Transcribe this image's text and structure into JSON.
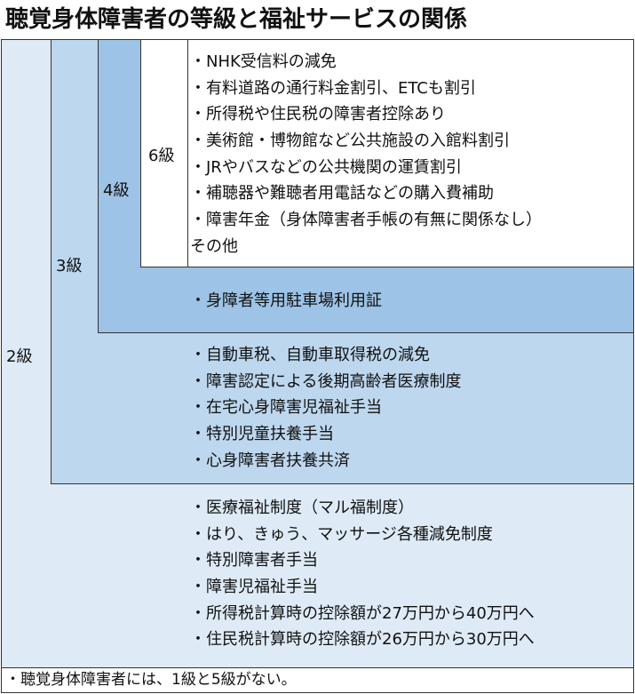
{
  "title": "聴覚身体障害者の等級と福祉サービスの関係",
  "levels": {
    "g2": "2級",
    "g3": "3級",
    "g4": "4級",
    "g6": "6級"
  },
  "lists": {
    "g6": [
      "・NHK受信料の減免",
      "・有料道路の通行料金割引、ETCも割引",
      "・所得税や住民税の障害者控除あり",
      "・美術館・博物館など公共施設の入館料割引",
      "・JRやバスなどの公共機関の運賃割引",
      "・補聴器や難聴者用電話などの購入費補助",
      "・障害年金（身体障害者手帳の有無に関係なし）",
      "その他"
    ],
    "g4": [
      "・身障者等用駐車場利用証"
    ],
    "g3": [
      "・自動車税、自動車取得税の減免",
      "・障害認定による後期高齢者医療制度",
      "・在宅心身障害児福祉手当",
      "・特別児童扶養手当",
      "・心身障害者扶養共済"
    ],
    "g2": [
      "・医療福祉制度（マル福制度）",
      "・はり、きゅう、マッサージ各種減免制度",
      "・特別障害者手当",
      "・障害児福祉手当",
      "・所得税計算時の控除額が27万円から40万円へ",
      "・住民税計算時の控除額が26万円から30万円へ"
    ]
  },
  "footer": "・聴覚身体障害者には、1級と5級がない。",
  "colors": {
    "g2": "#deebf7",
    "g3": "#bdd7ee",
    "g4": "#9dc3e6",
    "g6": "#ffffff",
    "border": "#333333"
  }
}
